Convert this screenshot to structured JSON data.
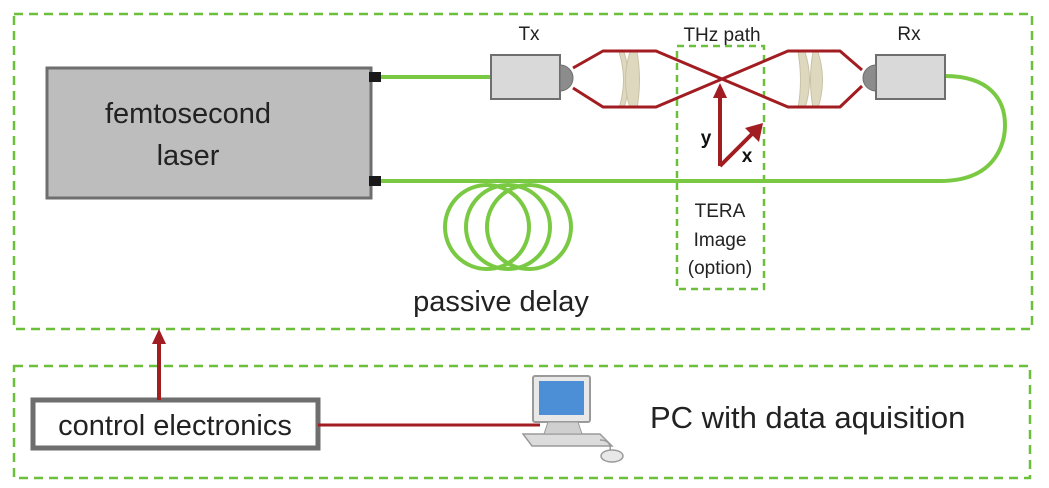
{
  "colors": {
    "dash_border": "#6cbf3a",
    "fiber": "#7ac943",
    "thz_path": "#a11d21",
    "laser_fill": "#bdbdbd",
    "laser_border": "#6e6e6e",
    "lens": "#ded8bf",
    "module_fill": "#d9d9d9"
  },
  "laser": {
    "line1": "femtosecond",
    "line2": "laser"
  },
  "tx": {
    "label": "Tx"
  },
  "rx": {
    "label": "Rx"
  },
  "thz_path_label": "THz path",
  "axes": {
    "y": "y",
    "x": "x"
  },
  "tera_image": {
    "line1": "TERA",
    "line2": "Image",
    "line3": "(option)"
  },
  "passive_delay": "passive delay",
  "control_electronics": "control electronics",
  "pc_label": "PC with data aquisition",
  "icons": {
    "computer": "computer-icon"
  }
}
